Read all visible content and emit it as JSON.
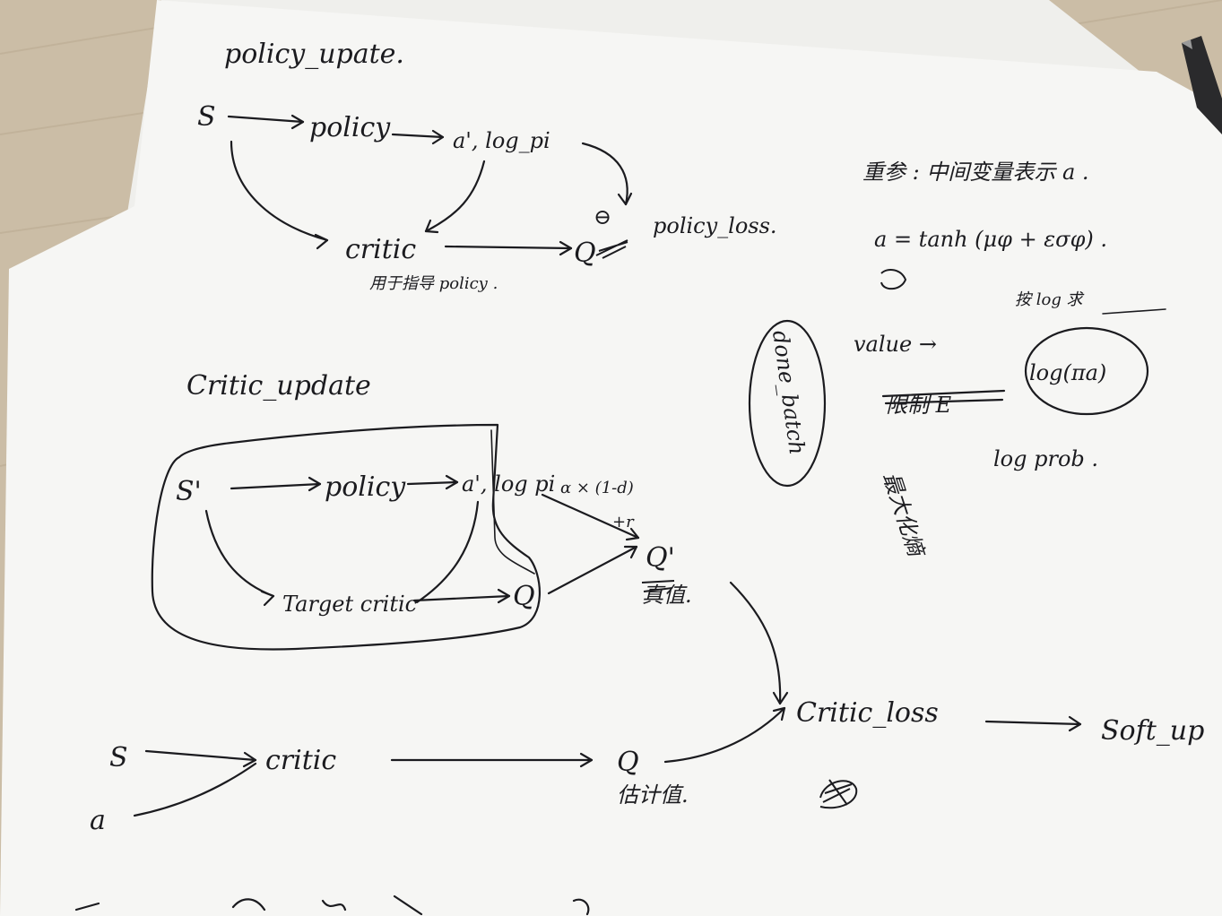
{
  "top_section": {
    "title": "policy_upate.",
    "s": "S",
    "policy": "policy",
    "a_logpi": "a', log_pi",
    "critic": "critic",
    "critic_note": "用于指导 policy .",
    "minus": "⊖",
    "q": "Q",
    "policy_loss": "policy_loss."
  },
  "right_notes": {
    "key_point": "重参 : 中间变量表示 a .",
    "formula": "a = tanh (μφ + εσφ) .",
    "value": "value →",
    "struck": "限制 E",
    "log_a": "log(πa)",
    "log_prob": "log prob .",
    "sample_rule": "按 log 求",
    "max_entropy": "最大化熵"
  },
  "done_batch": "done_batch",
  "bottom_section": {
    "title": "Critic_update",
    "s_prime": "S'",
    "policy": "policy",
    "a_prime_logpi": "a', log pi",
    "alpha_term": "α × (1-d)",
    "plus_r": "+r",
    "target_critic": "Target critic",
    "q_small": "Q",
    "q_prime": "Q'",
    "q_prime_note": "真值.",
    "s": "S",
    "a": "a",
    "critic": "critic",
    "q": "Q",
    "q_note": "估计值.",
    "critic_loss": "Critic_loss",
    "soft_up": "Soft_up"
  },
  "colors": {
    "paper": "#f7f7f5",
    "ink": "#1b1b1f",
    "desk": "#c7b9a3"
  }
}
